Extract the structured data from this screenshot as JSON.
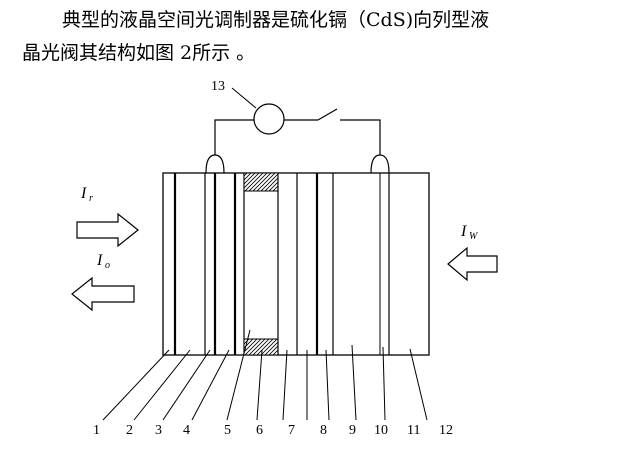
{
  "paragraph": {
    "line1": "典型的液晶空间光调制器是硫化镉（CdS)向列型液",
    "line2": "晶光阀其结构如图  2所示 。"
  },
  "figure": {
    "switch_label": "13",
    "label_ir": "I",
    "label_ir_sub": "r",
    "label_io": "I",
    "label_io_sub": "o",
    "label_iw": "I",
    "label_iw_sub": "W",
    "part_labels": [
      "1",
      "2",
      "3",
      "4",
      "5",
      "6",
      "7",
      "8",
      "9",
      "10",
      "11",
      "12"
    ]
  }
}
